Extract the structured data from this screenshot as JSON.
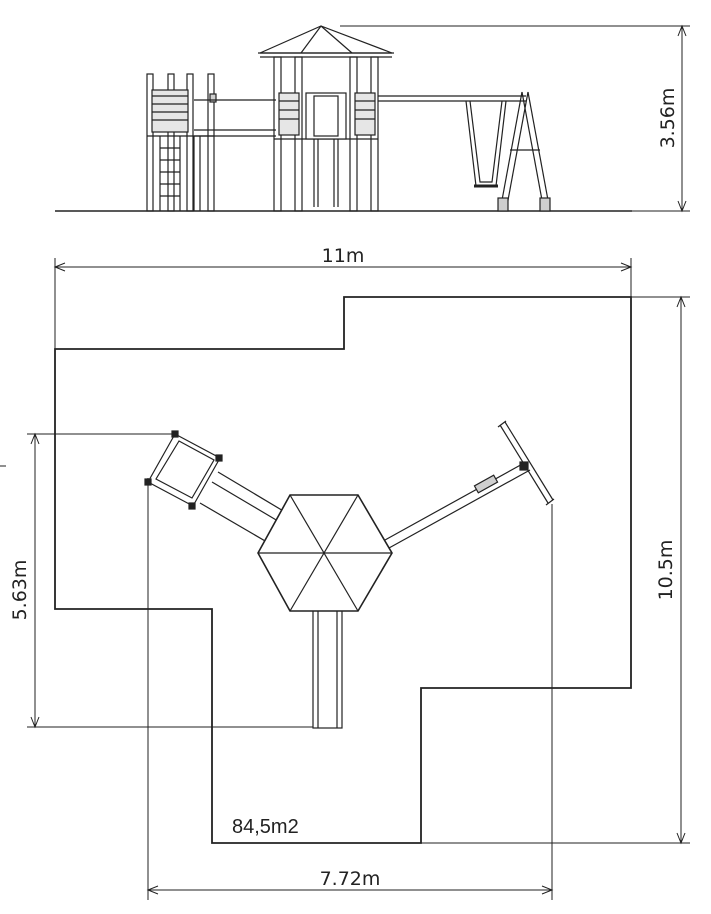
{
  "elevation": {
    "height_label": "3.56m"
  },
  "plan": {
    "width_label": "11m",
    "depth_label": "10.5m",
    "left_dim_label": "5.63m",
    "bottom_dim_label": "7.72m",
    "area_label": "84,5m2"
  },
  "colors": {
    "line": "#222222",
    "background": "#ffffff"
  }
}
